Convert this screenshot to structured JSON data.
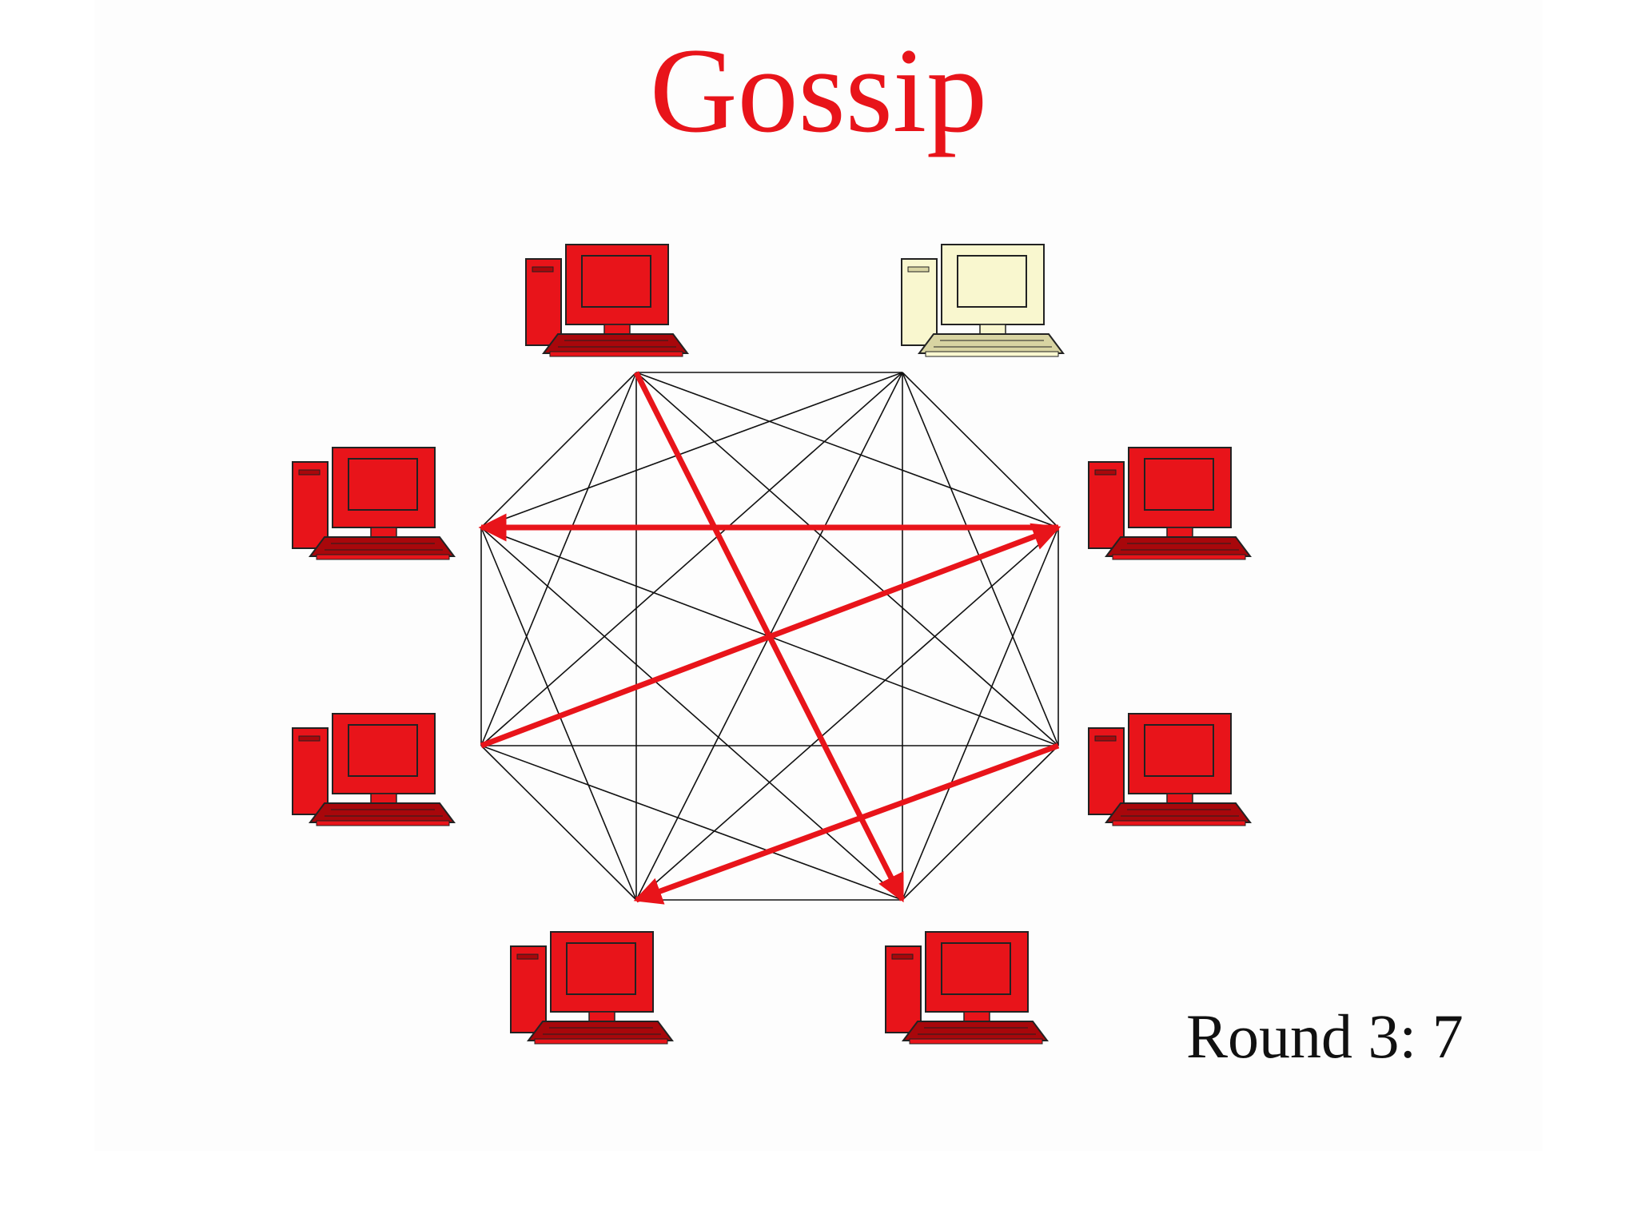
{
  "slide": {
    "title": "Gossip",
    "round_label": "Round 3: 7"
  },
  "colors": {
    "informed": "#e8141a",
    "informed_dark": "#a8070b",
    "uninformed": "#f9f7cf",
    "uninformed_dark": "#d8d4a2",
    "edge": "#111111",
    "arrow": "#e8141a",
    "title": "#e8141a"
  },
  "diagram": {
    "nodes": [
      {
        "id": "top-left",
        "state": "informed"
      },
      {
        "id": "top-right",
        "state": "uninformed"
      },
      {
        "id": "right-upper",
        "state": "informed"
      },
      {
        "id": "right-lower",
        "state": "informed"
      },
      {
        "id": "bottom-right",
        "state": "informed"
      },
      {
        "id": "bottom-left",
        "state": "informed"
      },
      {
        "id": "left-lower",
        "state": "informed"
      },
      {
        "id": "left-upper",
        "state": "informed"
      }
    ],
    "topology": "complete-graph",
    "gossip_arrows": [
      {
        "from": "right-upper",
        "to": "left-upper"
      },
      {
        "from": "top-left",
        "to": "bottom-right"
      },
      {
        "from": "left-lower",
        "to": "right-upper"
      },
      {
        "from": "right-lower",
        "to": "bottom-left"
      }
    ]
  }
}
